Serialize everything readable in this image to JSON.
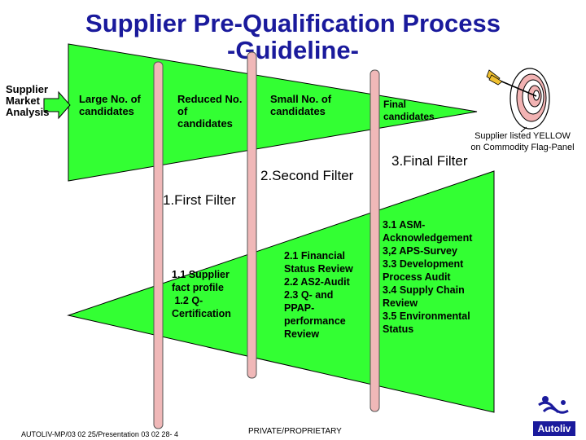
{
  "title": {
    "line1": "Supplier Pre-Qualification Process",
    "line2": "-Guideline-"
  },
  "input": {
    "label_line1": "Supplier",
    "label_line2": "Market",
    "label_line3": "Analysis"
  },
  "stages": {
    "large": [
      "Large No. of",
      "candidates"
    ],
    "reduced": [
      "Reduced No.",
      "of",
      "candidates"
    ],
    "small": [
      "Small No. of",
      "candidates"
    ],
    "final": [
      "Final",
      "candidates"
    ]
  },
  "filters": {
    "first": "1.First Filter",
    "second": "2.Second Filter",
    "final": "3.Final Filter"
  },
  "criteria": {
    "first": [
      "1.1 Supplier",
      "fact profile",
      " 1.2 Q-",
      "Certification"
    ],
    "second": [
      "2.1 Financial",
      "Status Review",
      "2.2 AS2-Audit",
      "2.3 Q- and",
      "PPAP-",
      "performance",
      "Review"
    ],
    "final": [
      "3.1 ASM-",
      "Acknowledgement",
      "3,2 APS-Survey",
      "3.3 Development",
      "Process Audit",
      "3.4 Supply Chain",
      "Review",
      "3.5 Environmental",
      "Status"
    ]
  },
  "target_caption": {
    "line1": "Supplier listed YELLOW",
    "line2": "on Commodity Flag-Panel"
  },
  "footer": {
    "left": "AUTOLIV-MP/03 02 25/Presentation 03 02 28- 4",
    "center": "PRIVATE/PROPRIETARY"
  },
  "logo": {
    "text": "Autoliv"
  },
  "colors": {
    "title": "#1a1a9c",
    "funnel_fill": "#33ff33",
    "bar_fill": "#f0b8b8",
    "logo_blue": "#1a1a9c"
  }
}
